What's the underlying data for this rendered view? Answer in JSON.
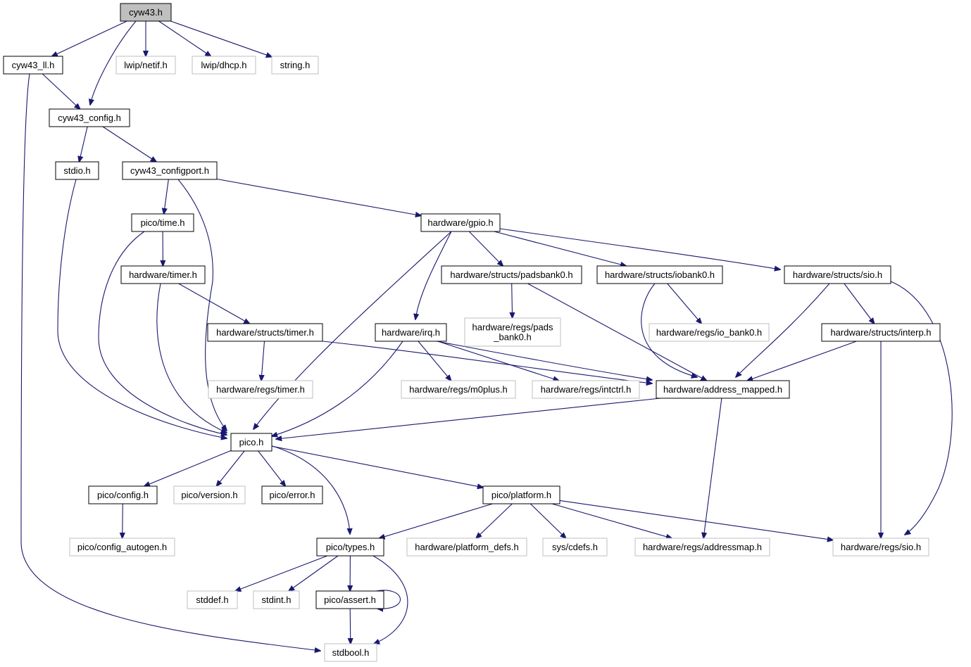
{
  "graph": {
    "nodes": [
      {
        "id": "cyw43",
        "lines": [
          "cyw43.h"
        ],
        "kind": "root"
      },
      {
        "id": "cyw43_ll",
        "lines": [
          "cyw43_ll.h"
        ],
        "kind": "doc"
      },
      {
        "id": "lwip_netif",
        "lines": [
          "lwip/netif.h"
        ],
        "kind": "ext"
      },
      {
        "id": "lwip_dhcp",
        "lines": [
          "lwip/dhcp.h"
        ],
        "kind": "ext"
      },
      {
        "id": "string",
        "lines": [
          "string.h"
        ],
        "kind": "ext"
      },
      {
        "id": "cyw43_config",
        "lines": [
          "cyw43_config.h"
        ],
        "kind": "doc"
      },
      {
        "id": "stdio",
        "lines": [
          "stdio.h"
        ],
        "kind": "doc"
      },
      {
        "id": "cyw43_configport",
        "lines": [
          "cyw43_configport.h"
        ],
        "kind": "doc"
      },
      {
        "id": "pico_time",
        "lines": [
          "pico/time.h"
        ],
        "kind": "doc"
      },
      {
        "id": "hardware_gpio",
        "lines": [
          "hardware/gpio.h"
        ],
        "kind": "doc"
      },
      {
        "id": "hardware_timer",
        "lines": [
          "hardware/timer.h"
        ],
        "kind": "doc"
      },
      {
        "id": "hs_padsbank0",
        "lines": [
          "hardware/structs/padsbank0.h"
        ],
        "kind": "doc"
      },
      {
        "id": "hs_iobank0",
        "lines": [
          "hardware/structs/iobank0.h"
        ],
        "kind": "doc"
      },
      {
        "id": "hs_sio",
        "lines": [
          "hardware/structs/sio.h"
        ],
        "kind": "doc"
      },
      {
        "id": "hs_timer",
        "lines": [
          "hardware/structs/timer.h"
        ],
        "kind": "doc"
      },
      {
        "id": "hr_pads_bank0",
        "lines": [
          "hardware/regs/pads",
          "_bank0.h"
        ],
        "kind": "ext"
      },
      {
        "id": "hardware_irq",
        "lines": [
          "hardware/irq.h"
        ],
        "kind": "doc"
      },
      {
        "id": "hr_io_bank0",
        "lines": [
          "hardware/regs/io_bank0.h"
        ],
        "kind": "ext"
      },
      {
        "id": "hs_interp",
        "lines": [
          "hardware/structs/interp.h"
        ],
        "kind": "doc"
      },
      {
        "id": "hr_timer",
        "lines": [
          "hardware/regs/timer.h"
        ],
        "kind": "ext"
      },
      {
        "id": "hr_m0plus",
        "lines": [
          "hardware/regs/m0plus.h"
        ],
        "kind": "ext"
      },
      {
        "id": "hr_intctrl",
        "lines": [
          "hardware/regs/intctrl.h"
        ],
        "kind": "ext"
      },
      {
        "id": "address_mapped",
        "lines": [
          "hardware/address_mapped.h"
        ],
        "kind": "doc"
      },
      {
        "id": "pico",
        "lines": [
          "pico.h"
        ],
        "kind": "doc"
      },
      {
        "id": "pico_config",
        "lines": [
          "pico/config.h"
        ],
        "kind": "doc"
      },
      {
        "id": "pico_version",
        "lines": [
          "pico/version.h"
        ],
        "kind": "ext"
      },
      {
        "id": "pico_error",
        "lines": [
          "pico/error.h"
        ],
        "kind": "doc"
      },
      {
        "id": "pico_platform",
        "lines": [
          "pico/platform.h"
        ],
        "kind": "doc"
      },
      {
        "id": "pico_config_autogen",
        "lines": [
          "pico/config_autogen.h"
        ],
        "kind": "ext"
      },
      {
        "id": "pico_types",
        "lines": [
          "pico/types.h"
        ],
        "kind": "doc"
      },
      {
        "id": "platform_defs",
        "lines": [
          "hardware/platform_defs.h"
        ],
        "kind": "ext"
      },
      {
        "id": "sys_cdefs",
        "lines": [
          "sys/cdefs.h"
        ],
        "kind": "ext"
      },
      {
        "id": "hr_addressmap",
        "lines": [
          "hardware/regs/addressmap.h"
        ],
        "kind": "ext"
      },
      {
        "id": "hr_sio",
        "lines": [
          "hardware/regs/sio.h"
        ],
        "kind": "ext"
      },
      {
        "id": "stddef",
        "lines": [
          "stddef.h"
        ],
        "kind": "ext"
      },
      {
        "id": "stdint",
        "lines": [
          "stdint.h"
        ],
        "kind": "ext"
      },
      {
        "id": "pico_assert",
        "lines": [
          "pico/assert.h"
        ],
        "kind": "doc"
      },
      {
        "id": "stdbool",
        "lines": [
          "stdbool.h"
        ],
        "kind": "ext"
      }
    ],
    "edges": [
      [
        "cyw43",
        "cyw43_ll"
      ],
      [
        "cyw43",
        "cyw43_config"
      ],
      [
        "cyw43",
        "lwip_netif"
      ],
      [
        "cyw43",
        "lwip_dhcp"
      ],
      [
        "cyw43",
        "string"
      ],
      [
        "cyw43_ll",
        "cyw43_config"
      ],
      [
        "cyw43_ll",
        "stdbool"
      ],
      [
        "cyw43_config",
        "stdio"
      ],
      [
        "cyw43_config",
        "cyw43_configport"
      ],
      [
        "stdio",
        "pico"
      ],
      [
        "cyw43_configport",
        "pico_time"
      ],
      [
        "cyw43_configport",
        "pico"
      ],
      [
        "cyw43_configport",
        "hardware_gpio"
      ],
      [
        "pico_time",
        "hardware_timer"
      ],
      [
        "pico_time",
        "pico"
      ],
      [
        "hardware_timer",
        "pico"
      ],
      [
        "hardware_timer",
        "hs_timer"
      ],
      [
        "hs_timer",
        "hr_timer"
      ],
      [
        "hs_timer",
        "address_mapped"
      ],
      [
        "hardware_gpio",
        "pico"
      ],
      [
        "hardware_gpio",
        "hardware_irq"
      ],
      [
        "hardware_gpio",
        "hs_padsbank0"
      ],
      [
        "hardware_gpio",
        "hs_iobank0"
      ],
      [
        "hardware_gpio",
        "hs_sio"
      ],
      [
        "hs_padsbank0",
        "hr_pads_bank0"
      ],
      [
        "hs_padsbank0",
        "address_mapped"
      ],
      [
        "hs_iobank0",
        "hr_io_bank0"
      ],
      [
        "hs_iobank0",
        "address_mapped"
      ],
      [
        "hs_sio",
        "address_mapped"
      ],
      [
        "hs_sio",
        "hs_interp"
      ],
      [
        "hs_sio",
        "hr_sio"
      ],
      [
        "hs_interp",
        "address_mapped"
      ],
      [
        "hs_interp",
        "hr_sio"
      ],
      [
        "hardware_irq",
        "pico"
      ],
      [
        "hardware_irq",
        "hr_m0plus"
      ],
      [
        "hardware_irq",
        "hr_intctrl"
      ],
      [
        "hardware_irq",
        "address_mapped"
      ],
      [
        "address_mapped",
        "pico"
      ],
      [
        "address_mapped",
        "hr_addressmap"
      ],
      [
        "pico",
        "pico_config"
      ],
      [
        "pico",
        "pico_version"
      ],
      [
        "pico",
        "pico_error"
      ],
      [
        "pico",
        "pico_types"
      ],
      [
        "pico",
        "pico_platform"
      ],
      [
        "pico_config",
        "pico_config_autogen"
      ],
      [
        "pico_platform",
        "pico_types"
      ],
      [
        "pico_platform",
        "platform_defs"
      ],
      [
        "pico_platform",
        "sys_cdefs"
      ],
      [
        "pico_platform",
        "hr_addressmap"
      ],
      [
        "pico_platform",
        "hr_sio"
      ],
      [
        "pico_types",
        "stddef"
      ],
      [
        "pico_types",
        "stdint"
      ],
      [
        "pico_types",
        "pico_assert"
      ],
      [
        "pico_types",
        "stdbool"
      ],
      [
        "pico_assert",
        "pico_assert"
      ],
      [
        "pico_assert",
        "stdbool"
      ]
    ]
  }
}
